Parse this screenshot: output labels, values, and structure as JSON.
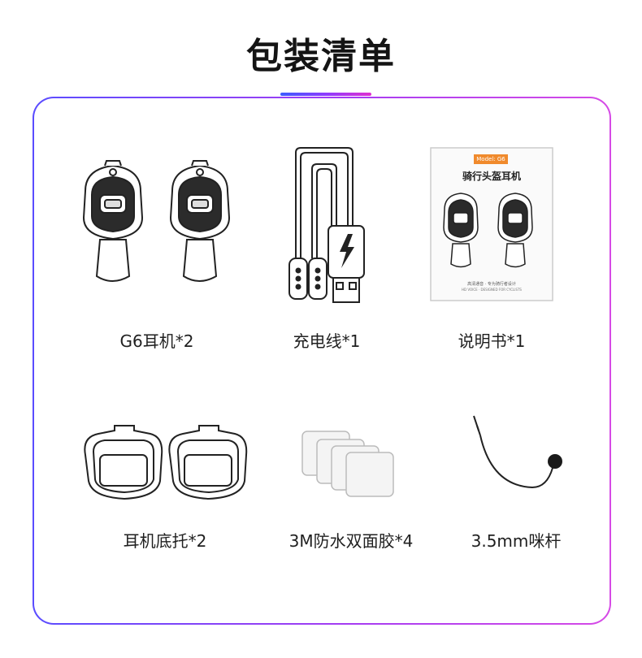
{
  "page": {
    "title": "包装清单"
  },
  "items": [
    {
      "label": "G6耳机*2",
      "icon": "earphones-icon"
    },
    {
      "label": "充电线*1",
      "icon": "charging-cable-icon"
    },
    {
      "label": "说明书*1",
      "icon": "manual-icon"
    },
    {
      "label": "耳机底托*2",
      "icon": "earphone-base-icon"
    },
    {
      "label": "3M防水双面胶*4",
      "icon": "adhesive-pads-icon"
    },
    {
      "label": "3.5mm咪杆",
      "icon": "microphone-boom-icon"
    }
  ],
  "manual": {
    "model_tag": "Model: G6",
    "title": "骑行头盔耳机",
    "footer_line1": "高清通音 · 专为骑行者设计",
    "footer_line2": "HD VOICE · DESIGNED FOR CYCLISTS"
  },
  "colors": {
    "accent_gradient_start": "#3b5bff",
    "accent_gradient_end": "#e02fd0",
    "manual_tag": "#f08a2c",
    "ink": "#222222"
  }
}
